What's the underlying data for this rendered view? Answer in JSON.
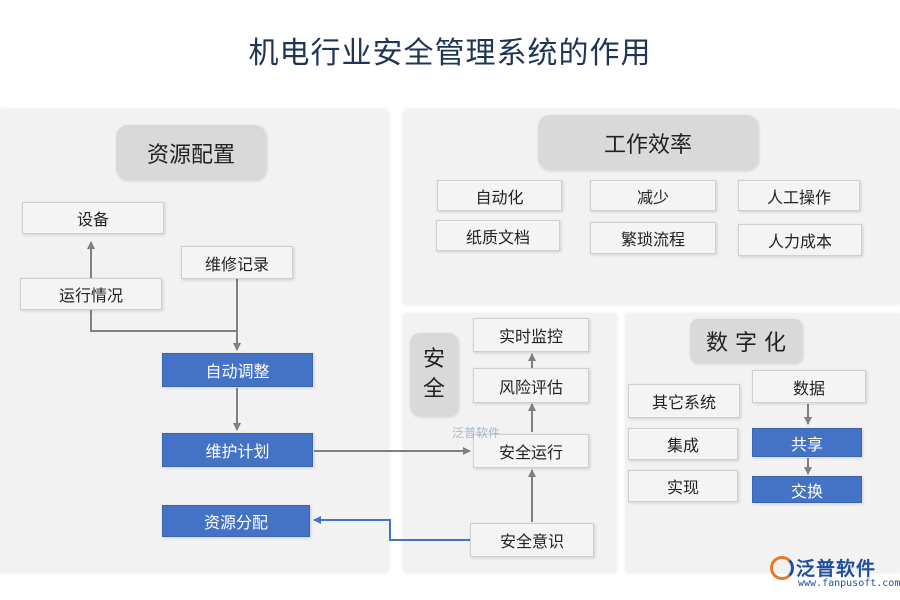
{
  "title": "机电行业安全管理系统的作用",
  "resource": {
    "header": "资源配置",
    "equipment": "设备",
    "running_status": "运行情况",
    "repair_record": "维修记录",
    "auto_adjust": "自动调整",
    "maintenance_plan": "维护计划",
    "resource_allocation": "资源分配"
  },
  "efficiency": {
    "header": "工作效率",
    "items": [
      "自动化",
      "减少",
      "人工操作",
      "纸质文档",
      "繁琐流程",
      "人力成本"
    ]
  },
  "safety": {
    "header_chars": [
      "安",
      "全"
    ],
    "realtime_monitor": "实时监控",
    "risk_assessment": "风险评估",
    "safe_operation": "安全运行",
    "safety_awareness": "安全意识"
  },
  "digital": {
    "header": "数 字 化",
    "other_systems": "其它系统",
    "integration": "集成",
    "realize": "实现",
    "data": "数据",
    "share": "共享",
    "exchange": "交换"
  },
  "logo": {
    "name": "泛普软件",
    "url": "www.fanpusoft.com"
  },
  "watermark": "泛普软件",
  "colors": {
    "blue_box": "#4472c4",
    "arrow_gray": "#808080",
    "arrow_blue": "#4472c4",
    "panel_bg": "#f2f2f2",
    "header_bg": "#d9d9d9"
  }
}
